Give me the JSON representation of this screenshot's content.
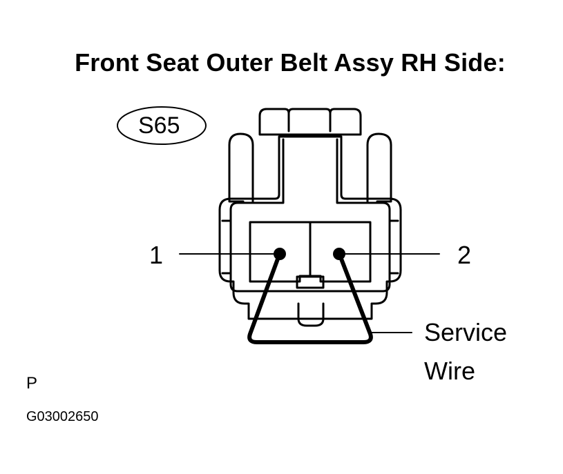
{
  "title": "Front Seat Outer Belt Assy RH Side:",
  "connector_code": "S65",
  "pins": [
    {
      "number": "1"
    },
    {
      "number": "2"
    }
  ],
  "service_wire_label_line1": "Service",
  "service_wire_label_line2": "Wire",
  "corner_letter": "P",
  "figure_code": "G03002650"
}
